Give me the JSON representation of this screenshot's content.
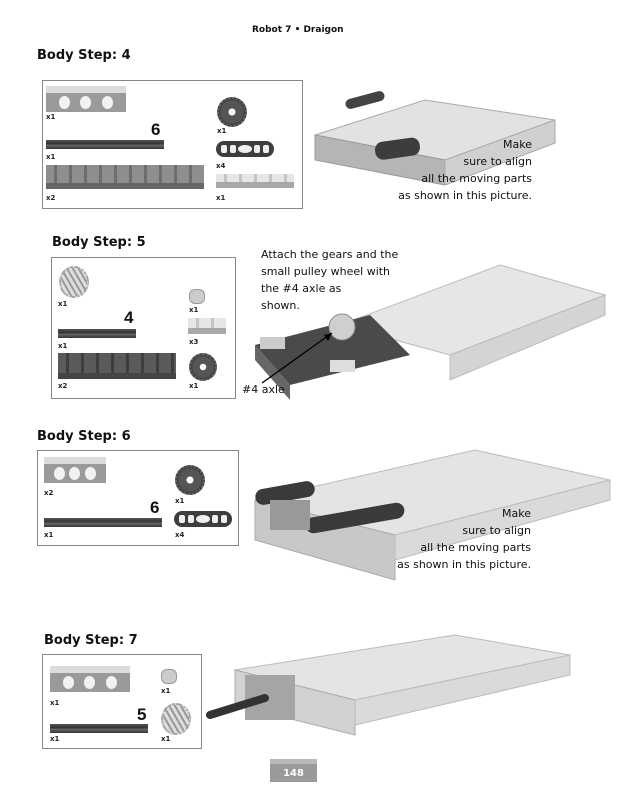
{
  "header": {
    "title": "Robot 7 • Draigon"
  },
  "steps": [
    {
      "title": "Body Step: 4",
      "parts": {
        "beam": "x1",
        "axle_len": "6",
        "axle": "x1",
        "plate": "x2",
        "gear": "x1",
        "liftarm": "x4",
        "small_plate": "x1"
      },
      "note": [
        "Make",
        "sure to align",
        "all the moving parts",
        "as shown in this picture."
      ]
    },
    {
      "title": "Body Step: 5",
      "parts": {
        "gear_light": "x1",
        "axle_len": "4",
        "axle": "x1",
        "plate": "x2",
        "bush": "x1",
        "plate_2": "x3",
        "gear": "x1"
      },
      "note": [
        "Attach the gears and the",
        "small pulley wheel with",
        "the #4 axle as",
        "shown."
      ],
      "callout": "#4 axle"
    },
    {
      "title": "Body Step: 6",
      "parts": {
        "beam": "x2",
        "axle_len": "6",
        "axle": "x1",
        "gear": "x1",
        "liftarm": "x4"
      },
      "note": [
        "Make",
        "sure to align",
        "all the moving parts",
        "as shown in this picture."
      ]
    },
    {
      "title": "Body Step: 7",
      "parts": {
        "beam": "x1",
        "axle_len": "5",
        "axle": "x1",
        "bush": "x1",
        "gear_light": "x1"
      }
    }
  ],
  "footer": {
    "page_number": "148"
  }
}
